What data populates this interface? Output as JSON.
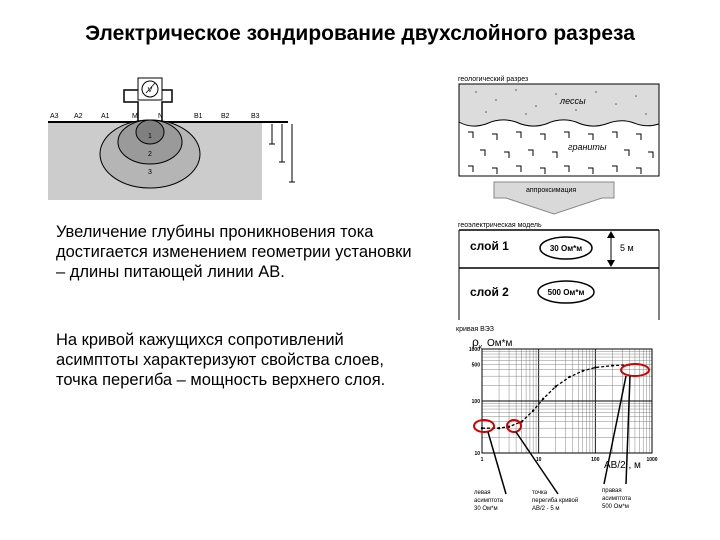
{
  "slide": {
    "title": "Электрическое зондирование двухслойного разреза",
    "paragraphs": [
      "Увеличение глубины проникновения тока достигается изменением геометрии установки – длины питающей линии АВ.",
      "На кривой кажущихся сопротивлений асимптоты характеризуют свойства слоев, точка перегиба – мощность верхнего слоя."
    ]
  },
  "schematic": {
    "meter_symbol": "V",
    "electrodes": [
      "A3",
      "A2",
      "A1",
      "M",
      "N",
      "B1",
      "B2",
      "B3"
    ],
    "zones": [
      "1",
      "2",
      "3"
    ]
  },
  "geology": {
    "title": "геологический разрез",
    "top_layer": "лессы",
    "bottom_layer": "граниты",
    "arrow_label": "аппроксимация"
  },
  "geoelectric": {
    "title": "геоэлектрическая модель",
    "layer1_label": "слой 1",
    "layer1_resistivity": "30 Ом*м",
    "layer1_thickness": "5 м",
    "layer2_label": "слой 2",
    "layer2_resistivity": "500 Ом*м"
  },
  "ves": {
    "title": "кривая ВЭЗ",
    "y_symbol": "ρ",
    "y_subscript": "к",
    "y_unit": "Ом*м",
    "x_axis_label": "AB/2 , м",
    "y_ticks": [
      "1000",
      "500",
      "100",
      "10"
    ],
    "x_ticks": [
      "1",
      "10",
      "100",
      "1000"
    ],
    "annotations": [
      {
        "line1": "левая",
        "line2": "асимптота",
        "line3": "30 Ом*м"
      },
      {
        "line1": "точка",
        "line2": "перегиба кривой",
        "line3": "AB/2 - 5 м"
      },
      {
        "line1": "правая",
        "line2": "асимптота",
        "line3": "500 Ом*м"
      }
    ]
  },
  "chart_data": {
    "type": "scatter",
    "title": "кривая ВЭЗ",
    "xlabel": "AB/2 , м",
    "ylabel": "ρк Ом*м",
    "xscale": "log",
    "yscale": "log",
    "xlim": [
      1,
      1000
    ],
    "ylim": [
      10,
      1000
    ],
    "series": [
      {
        "x": [
          1,
          2,
          3,
          5,
          8,
          12,
          20,
          35,
          60,
          100,
          200,
          400
        ],
        "y": [
          30,
          30,
          32,
          40,
          65,
          110,
          190,
          290,
          380,
          440,
          480,
          500
        ]
      }
    ]
  }
}
